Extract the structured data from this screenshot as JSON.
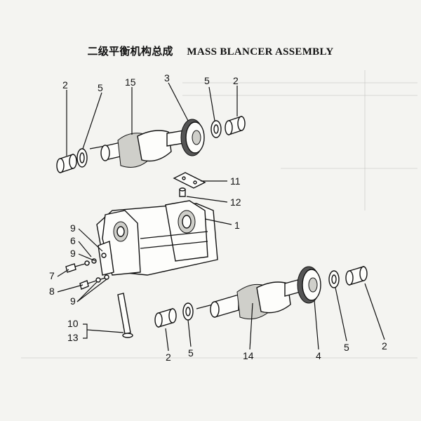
{
  "title": {
    "chinese": "二级平衡机构总成",
    "english": "MASS BLANCER ASSEMBLY"
  },
  "callouts": [
    "2",
    "5",
    "15",
    "3",
    "5",
    "2",
    "11",
    "12",
    "1",
    "9",
    "6",
    "9",
    "7",
    "8",
    "9",
    "10",
    "13",
    "2",
    "5",
    "14",
    "4",
    "5",
    "2"
  ]
}
